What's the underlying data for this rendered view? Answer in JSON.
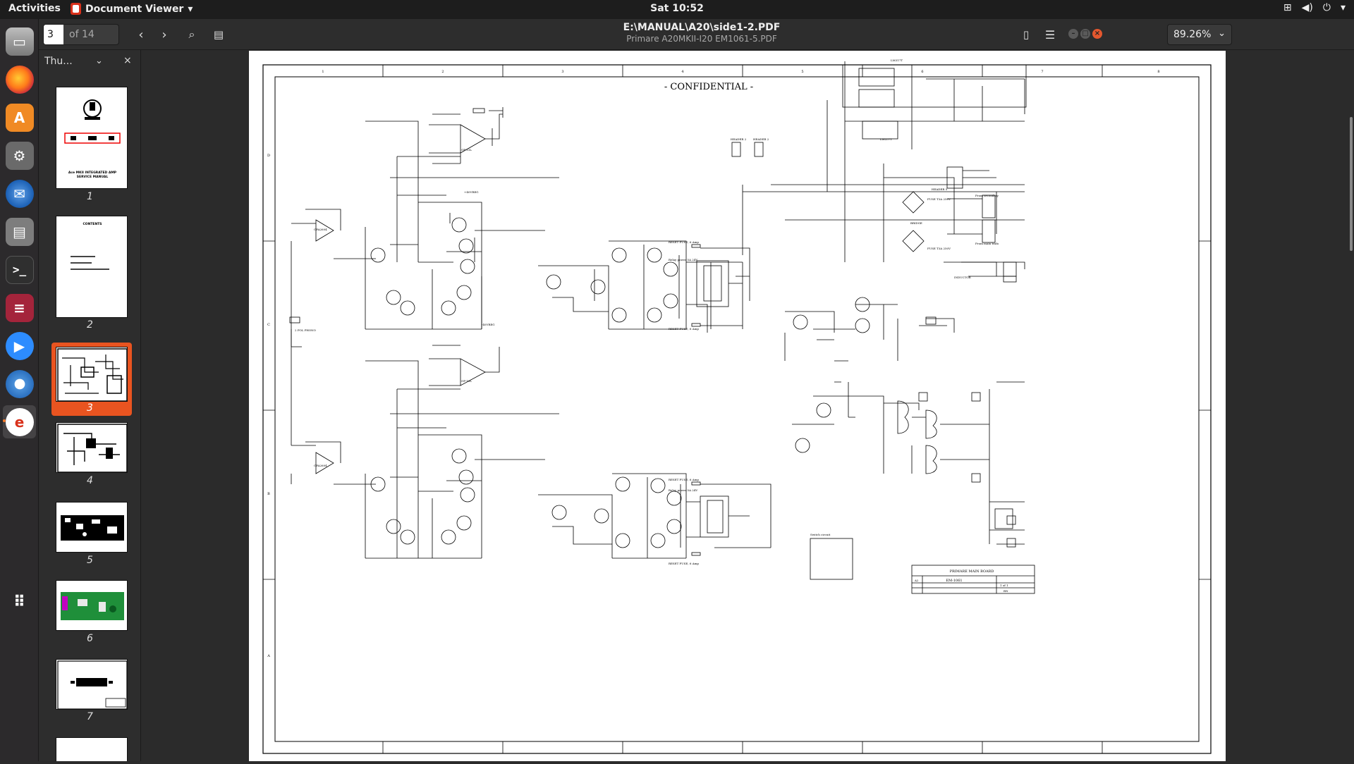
{
  "topbar": {
    "activities": "Activities",
    "app_name": "Document Viewer",
    "clock": "Sat 10:52"
  },
  "header": {
    "page_current": "3",
    "page_total": "of 14",
    "title": "E:\\MANUAL\\A20\\side1-2.PDF",
    "subtitle": "Primare A20MKII-I20 EM1061-5.PDF",
    "zoom": "89.26%"
  },
  "sidebar": {
    "view_label": "Thu...",
    "thumbnails": [
      {
        "label": "1",
        "text_a": "Ace MKII INTEGRATED AMP",
        "text_b": "SERVICE MANUAL"
      },
      {
        "label": "2",
        "text_a": "CONTENTS"
      },
      {
        "label": "3"
      },
      {
        "label": "4"
      },
      {
        "label": "5"
      },
      {
        "label": "6"
      },
      {
        "label": "7"
      }
    ]
  },
  "schematic": {
    "confidential": "- CONFIDENTIAL -",
    "board_title": "PRIMARE MAIN BOARD",
    "board_number": "EM-1061",
    "size": "A2",
    "sheet": "1 of 1",
    "drawn_by": "BN",
    "zone_cols": [
      "1",
      "2",
      "3",
      "4",
      "5",
      "6",
      "7",
      "8"
    ],
    "zone_rows": [
      "D",
      "C",
      "B",
      "A"
    ],
    "labels": {
      "in_l": "2 POL PHONO",
      "op1": "OP-13L",
      "op2": "OP-13L",
      "opa1": "OPA2604",
      "opa2": "OPA2604",
      "v40p": "+40VREG",
      "v40n": "-40VREG",
      "relay1": "Relay power 5A 24V",
      "relay2": "Relay power 5A 24V",
      "fuse1": "RESET FUSE, 6 Amp",
      "fuse2": "RESET FUSE, 6 Amp",
      "fuse3": "RESET FUSE, 6 Amp",
      "fuse4": "RESET FUSE, 6 Amp",
      "header1": "HEADER 2",
      "header2": "HEADER 2",
      "header5": "HEADER 5",
      "bridge": "BRIDGE",
      "switch": "Switch circuit",
      "fuse_t1": "FUSE T3A 250V",
      "fuse_t2": "FUSE T3A 250V",
      "vreg1": "LM317T",
      "vreg2": "LM337T",
      "inductor": "INDUCTOR",
      "pwr1": "From secondary",
      "pwr2": "From main trafo"
    }
  },
  "colors": {
    "accent": "#e95420",
    "topbar": "#1d1d1d",
    "header": "#2d2d2d"
  },
  "icons": {
    "dock": [
      "files-icon",
      "firefox-icon",
      "software-store-icon",
      "settings-icon",
      "thunderbird-icon",
      "disk-icon",
      "terminal-icon",
      "database-icon",
      "zoom-icon",
      "chromium-icon",
      "document-viewer-icon",
      "app-grid-icon"
    ]
  }
}
